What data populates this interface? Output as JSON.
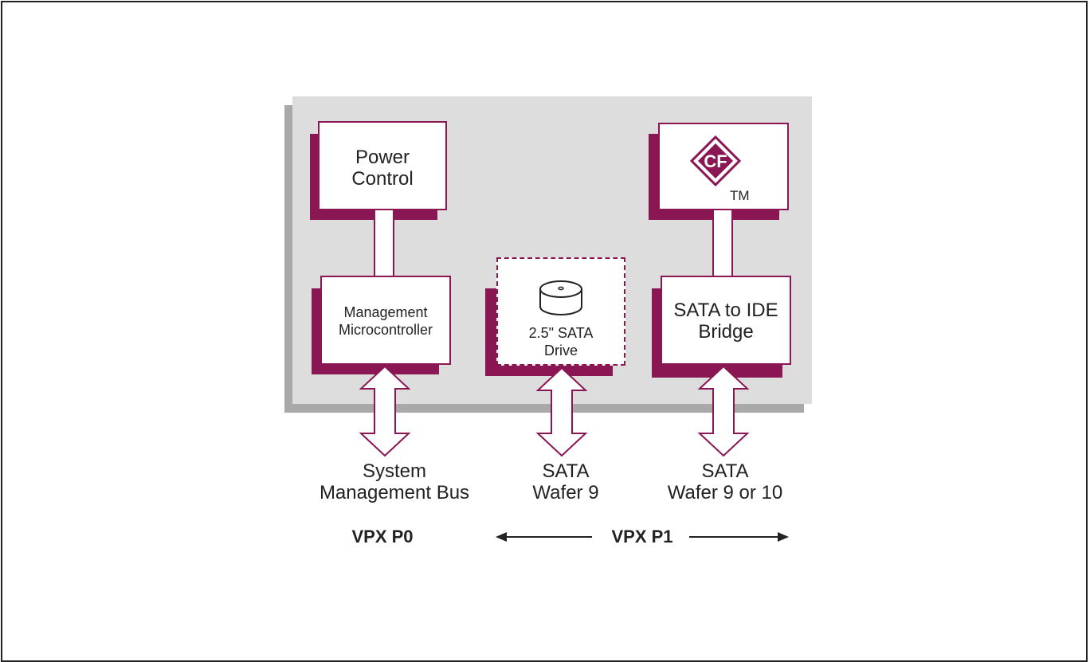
{
  "boxes": {
    "power_control": {
      "line1": "Power",
      "line2": "Control"
    },
    "management_microcontroller": {
      "line1": "Management",
      "line2": "Microcontroller"
    },
    "sata_drive": {
      "line1": "2.5\" SATA",
      "line2": "Drive"
    },
    "compact_flash": {
      "logo_text": "CF",
      "tm": "TM"
    },
    "sata_ide_bridge": {
      "line1": "SATA to IDE",
      "line2": "Bridge"
    }
  },
  "bus_labels": {
    "smbus": {
      "line1": "System",
      "line2": "Management Bus"
    },
    "sata_a": {
      "line1": "SATA",
      "line2": "Wafer 9"
    },
    "sata_b": {
      "line1": "SATA",
      "line2": "Wafer 9 or 10"
    }
  },
  "connectors": {
    "p0": "VPX P0",
    "p1": "VPX P1"
  },
  "colors": {
    "accent": "#8a1654",
    "board": "#dddddd",
    "board_shadow": "#a9a9a9"
  }
}
